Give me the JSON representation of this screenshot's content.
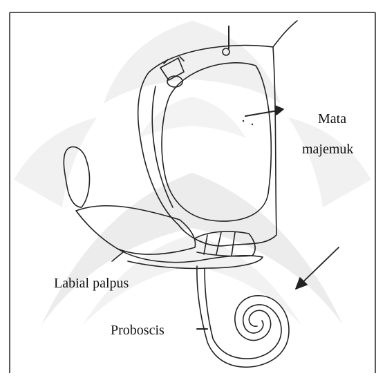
{
  "labels": {
    "compound_eye_line1": "Mata",
    "compound_eye_line2": "majemuk",
    "labial_palpus": "Labial palpus",
    "proboscis": "Proboscis"
  },
  "colors": {
    "ink": "#222222",
    "watermark": "#e9e9e9",
    "background": "#ffffff"
  }
}
